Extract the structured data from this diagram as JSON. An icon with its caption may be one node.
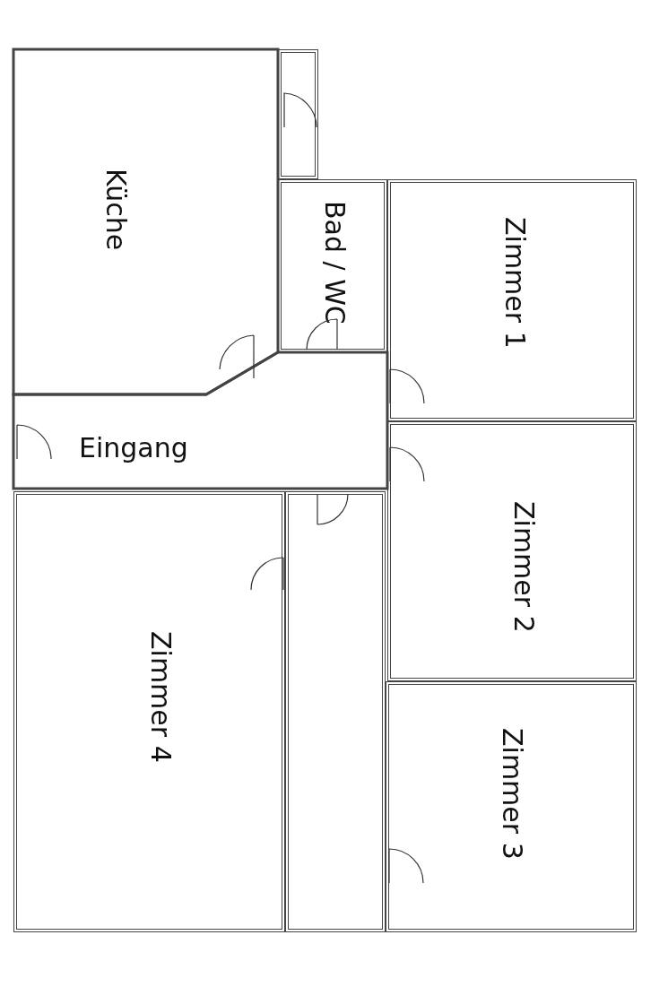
{
  "diagram": {
    "nodes": [
      {
        "text": [
          "Küche"
        ]
      },
      {
        "text": [],
        "shape": "box"
      },
      {
        "text": [
          "Bad / WC"
        ]
      },
      {
        "text": [
          "Zimmer 1"
        ]
      },
      {
        "text": [
          "Eingang"
        ]
      },
      {
        "text": [
          "Zimmer 2"
        ]
      },
      {
        "text": [],
        "shape": "box"
      },
      {
        "text": [
          "Zimmer 4"
        ]
      },
      {
        "text": [
          "Zimmer 3"
        ]
      }
    ]
  }
}
